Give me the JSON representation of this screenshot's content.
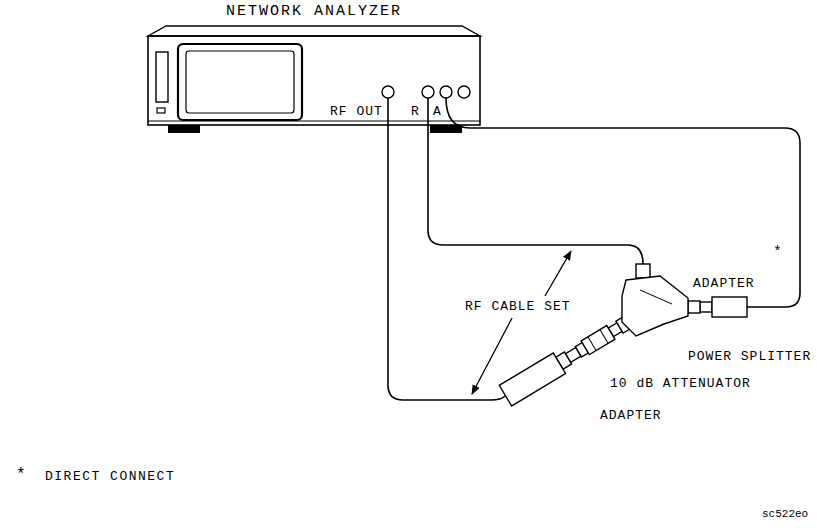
{
  "diagram": {
    "nodes": [
      {
        "text": [
          "NETWORK ANALYZER"
        ]
      },
      {
        "text": [
          "ADAPTER"
        ]
      },
      {
        "text": [
          "POWER SPLITTER"
        ]
      },
      {
        "text": [
          "10 dB ATTENUATOR"
        ]
      },
      {
        "text": [
          "ADAPTER"
        ]
      }
    ],
    "edges": [
      {
        "from": 0,
        "to": 4,
        "arrow": "none"
      },
      {
        "from": 0,
        "to": 2,
        "arrow": "none"
      },
      {
        "from": 0,
        "to": 1,
        "arrow": "none",
        "label": "*"
      }
    ],
    "labels": [
      "RF OUT",
      "R",
      "A",
      "RF CABLE SET",
      "*",
      "DIRECT CONNECT",
      "sc522eo"
    ]
  }
}
